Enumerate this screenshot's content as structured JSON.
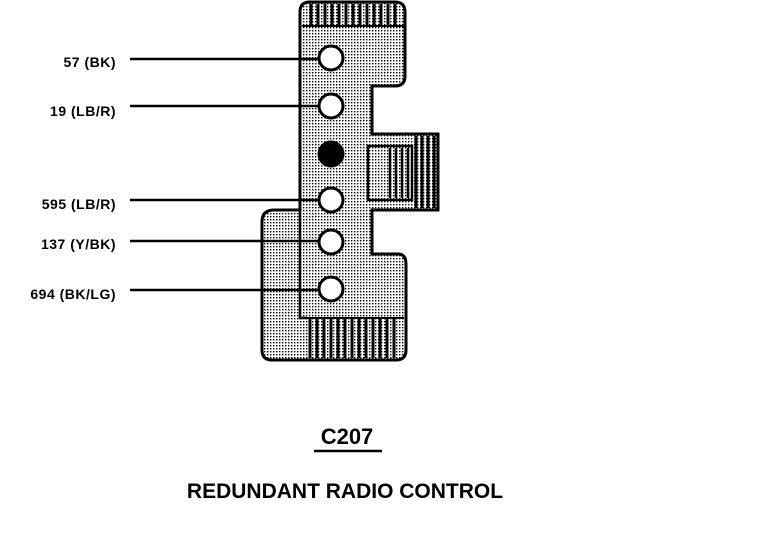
{
  "connector": {
    "id": "C207",
    "description": "REDUNDANT RADIO CONTROL"
  },
  "pins": [
    {
      "label": "57 (BK)",
      "state": "open"
    },
    {
      "label": "19 (LB/R)",
      "state": "open"
    },
    {
      "label": "",
      "state": "filled"
    },
    {
      "label": "595 (LB/R)",
      "state": "open"
    },
    {
      "label": "137 (Y/BK)",
      "state": "open"
    },
    {
      "label": "694 (BK/LG)",
      "state": "open"
    }
  ],
  "colors": {
    "ink": "#000000",
    "body_fill": "#d6d6d6",
    "background": "#ffffff"
  }
}
